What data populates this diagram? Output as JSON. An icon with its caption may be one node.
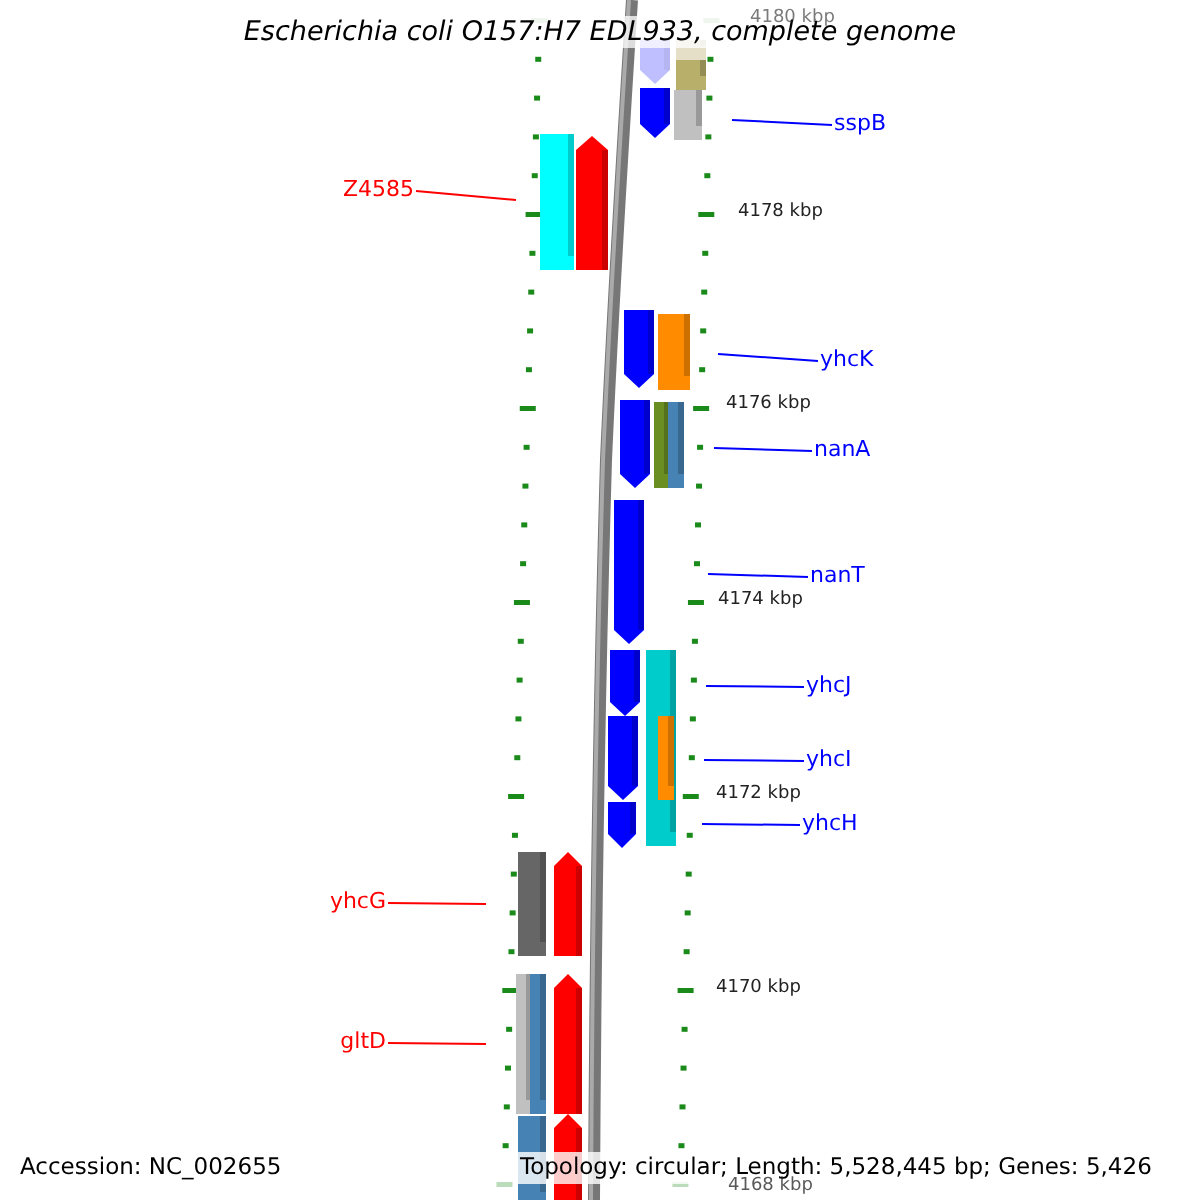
{
  "diagram": {
    "title": "Escherichia coli O157:H7 EDL933, complete genome",
    "nodes": [
      {
        "text": [
          "sspB"
        ]
      },
      {
        "text": [
          "Z4585"
        ]
      },
      {
        "text": [
          "yhcK"
        ]
      },
      {
        "text": [
          "nanA"
        ]
      },
      {
        "text": [
          "nanT"
        ]
      },
      {
        "text": [
          "yhcJ"
        ]
      },
      {
        "text": [
          "yhcI"
        ]
      },
      {
        "text": [
          "yhcH"
        ]
      },
      {
        "text": [
          "yhcG"
        ]
      },
      {
        "text": [
          "gltD"
        ]
      }
    ],
    "edges": [
      {
        "from": 0,
        "to": null,
        "arrow": "none"
      },
      {
        "from": 1,
        "to": null,
        "arrow": "none",
        "color": "#ff0000"
      },
      {
        "from": 2,
        "to": null,
        "arrow": "none"
      },
      {
        "from": 3,
        "to": null,
        "arrow": "none"
      },
      {
        "from": 4,
        "to": null,
        "arrow": "none"
      },
      {
        "from": 5,
        "to": null,
        "arrow": "none"
      },
      {
        "from": 6,
        "to": null,
        "arrow": "none"
      },
      {
        "from": 7,
        "to": null,
        "arrow": "none"
      },
      {
        "from": 8,
        "to": null,
        "arrow": "none",
        "color": "#ff0000"
      },
      {
        "from": 9,
        "to": null,
        "arrow": "none",
        "color": "#ff0000"
      }
    ],
    "labels": [
      "4180 kbp",
      "4178 kbp",
      "4176 kbp",
      "4174 kbp",
      "4172 kbp",
      "4170 kbp",
      "4168 kbp",
      "Accession: NC_002655",
      "Topology: circular; Length: 5,528,445 bp; Genes: 5,426"
    ]
  }
}
